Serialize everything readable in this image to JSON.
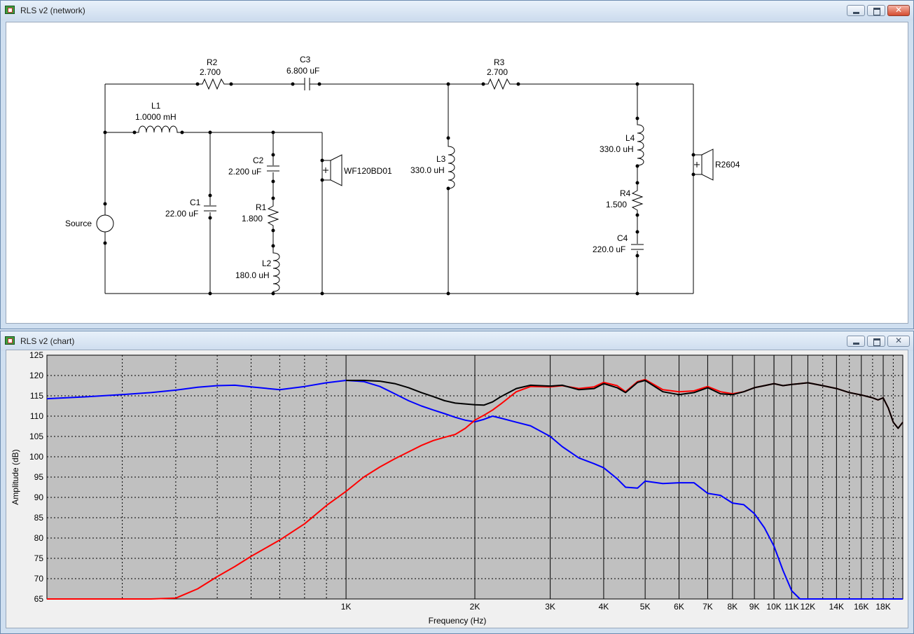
{
  "network_window": {
    "title": "RLS v2 (network)",
    "components": {
      "r2": {
        "name": "R2",
        "value": "2.700"
      },
      "c3": {
        "name": "C3",
        "value": "6.800 uF"
      },
      "r3": {
        "name": "R3",
        "value": "2.700"
      },
      "l1": {
        "name": "L1",
        "value": "1.0000 mH"
      },
      "c1": {
        "name": "C1",
        "value": "22.00 uF"
      },
      "c2": {
        "name": "C2",
        "value": "2.200 uF"
      },
      "r1": {
        "name": "R1",
        "value": "1.800"
      },
      "l2": {
        "name": "L2",
        "value": "180.0 uH"
      },
      "l3": {
        "name": "L3",
        "value": "330.0 uH"
      },
      "l4": {
        "name": "L4",
        "value": "330.0 uH"
      },
      "r4": {
        "name": "R4",
        "value": "1.500"
      },
      "c4": {
        "name": "C4",
        "value": "220.0 uF"
      },
      "source": {
        "name": "Source"
      },
      "woofer": {
        "name": "WF120BD01"
      },
      "tweeter": {
        "name": "R2604"
      }
    }
  },
  "chart_window": {
    "title": "RLS v2 (chart)"
  },
  "chart_data": {
    "type": "line",
    "xlabel": "Frequency (Hz)",
    "ylabel": "Amplitude (dB)",
    "xscale": "log",
    "xlim": [
      200,
      20000
    ],
    "ylim": [
      65,
      125
    ],
    "yticks": [
      "65",
      "70",
      "75",
      "80",
      "85",
      "90",
      "95",
      "100",
      "105",
      "110",
      "115",
      "120",
      "125"
    ],
    "yticks_values": [
      65,
      70,
      75,
      80,
      85,
      90,
      95,
      100,
      105,
      110,
      115,
      120,
      125
    ],
    "xticks": [
      {
        "value": 1000,
        "label": "1K"
      },
      {
        "value": 2000,
        "label": "2K"
      },
      {
        "value": 3000,
        "label": "3K"
      },
      {
        "value": 4000,
        "label": "4K"
      },
      {
        "value": 5000,
        "label": "5K"
      },
      {
        "value": 6000,
        "label": "6K"
      },
      {
        "value": 7000,
        "label": "7K"
      },
      {
        "value": 8000,
        "label": "8K"
      },
      {
        "value": 9000,
        "label": "9K"
      },
      {
        "value": 10000,
        "label": "10K"
      },
      {
        "value": 11000,
        "label": "11K"
      },
      {
        "value": 12000,
        "label": "12K"
      },
      {
        "value": 14000,
        "label": "14K"
      },
      {
        "value": 16000,
        "label": "16K"
      },
      {
        "value": 18000,
        "label": "18K"
      }
    ],
    "grid": true,
    "background": "#c0c0c0",
    "series": [
      {
        "color": "#0000ff",
        "x": [
          200,
          250,
          300,
          350,
          400,
          450,
          500,
          550,
          600,
          700,
          800,
          900,
          1000,
          1100,
          1200,
          1300,
          1400,
          1500,
          1600,
          1700,
          1800,
          1900,
          2000,
          2100,
          2200,
          2300,
          2500,
          2700,
          3000,
          3200,
          3500,
          3800,
          4000,
          4300,
          4500,
          4800,
          5000,
          5500,
          6000,
          6500,
          7000,
          7500,
          8000,
          8500,
          9000,
          9500,
          10000,
          10500,
          11000,
          11500,
          12000,
          13000,
          15000,
          18000,
          20000
        ],
        "y": [
          114.3,
          114.8,
          115.3,
          115.8,
          116.4,
          117.1,
          117.5,
          117.6,
          117.2,
          116.5,
          117.3,
          118.2,
          118.8,
          118.5,
          117.3,
          115.5,
          113.8,
          112.5,
          111.5,
          110.6,
          109.7,
          109.0,
          108.6,
          109.2,
          110.0,
          109.5,
          108.5,
          107.6,
          105.0,
          102.5,
          99.7,
          98.3,
          97.3,
          94.6,
          92.5,
          92.3,
          94.0,
          93.4,
          93.6,
          93.6,
          91.0,
          90.5,
          88.6,
          88.2,
          86.0,
          82.5,
          78.0,
          72.0,
          67.0,
          65.0,
          65.0,
          65.0,
          65.0,
          65.0,
          65.0
        ]
      },
      {
        "color": "#ff0000",
        "x": [
          200,
          250,
          300,
          350,
          400,
          450,
          500,
          550,
          600,
          700,
          800,
          900,
          1000,
          1100,
          1200,
          1300,
          1400,
          1500,
          1600,
          1700,
          1800,
          1900,
          2000,
          2100,
          2200,
          2300,
          2500,
          2700,
          3000,
          3200,
          3500,
          3800,
          4000,
          4300,
          4500,
          4800,
          5000,
          5500,
          6000,
          6500,
          7000,
          7500,
          8000,
          8500,
          9000,
          9500,
          10000,
          10500,
          11000,
          11500,
          12000,
          13000,
          14000,
          15000,
          16000,
          17000,
          17500,
          18000,
          18500,
          19000,
          19500,
          20000
        ],
        "y": [
          65,
          65,
          65,
          65,
          65.2,
          67.5,
          70.5,
          73.0,
          75.5,
          79.5,
          83.5,
          88.0,
          91.5,
          95.0,
          97.5,
          99.5,
          101.2,
          102.8,
          104.0,
          104.8,
          105.5,
          107.0,
          109.0,
          110.2,
          111.5,
          113.0,
          116.0,
          117.3,
          117.2,
          117.5,
          116.8,
          117.2,
          118.3,
          117.5,
          116.0,
          118.5,
          119.0,
          116.5,
          116.0,
          116.2,
          117.3,
          116.0,
          115.5,
          116.0,
          117.0,
          117.5,
          118.0,
          117.5,
          117.8,
          118.0,
          118.2,
          117.5,
          116.8,
          115.8,
          115.2,
          114.5,
          114.0,
          114.5,
          112.0,
          108.5,
          107.0,
          108.5
        ]
      },
      {
        "color": "#000000",
        "x": [
          1000,
          1100,
          1200,
          1300,
          1400,
          1500,
          1600,
          1700,
          1800,
          1900,
          2000,
          2100,
          2200,
          2300,
          2500,
          2700,
          3000,
          3200,
          3500,
          3800,
          4000,
          4300,
          4500,
          4800,
          5000,
          5500,
          6000,
          6500,
          7000,
          7500,
          8000,
          8500,
          9000,
          9500,
          10000,
          10500,
          11000,
          11500,
          12000,
          13000,
          14000,
          15000,
          16000,
          17000,
          17500,
          18000,
          18500,
          19000,
          19500,
          20000
        ],
        "y": [
          118.8,
          118.8,
          118.6,
          118.0,
          117.0,
          115.8,
          114.8,
          113.8,
          113.2,
          113.0,
          112.8,
          112.7,
          113.5,
          114.8,
          116.8,
          117.6,
          117.4,
          117.6,
          116.5,
          116.8,
          118.0,
          117.0,
          115.8,
          118.3,
          118.8,
          116.0,
          115.3,
          115.8,
          117.0,
          115.5,
          115.3,
          116.0,
          117.0,
          117.5,
          118.0,
          117.5,
          117.8,
          118.0,
          118.2,
          117.5,
          116.8,
          115.8,
          115.2,
          114.5,
          114.0,
          114.5,
          112.0,
          108.5,
          107.0,
          108.5
        ]
      }
    ]
  }
}
